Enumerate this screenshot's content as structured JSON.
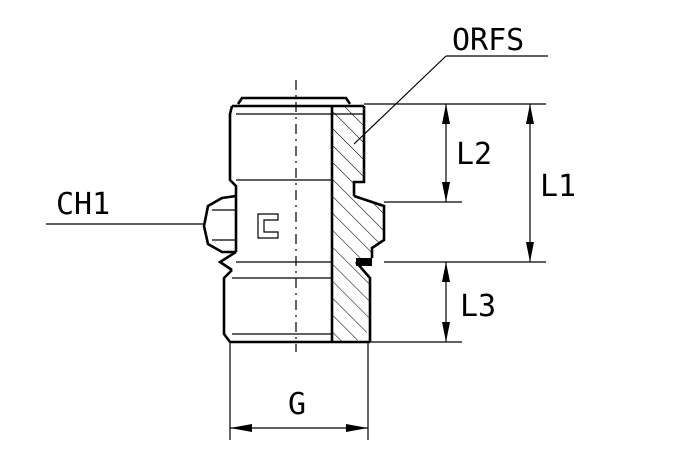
{
  "labels": {
    "orfs": "ORFS",
    "ch1": "CH1",
    "l1": "L1",
    "l2": "L2",
    "l3": "L3",
    "g": "G"
  },
  "colors": {
    "line": "#000000",
    "background": "#ffffff"
  }
}
